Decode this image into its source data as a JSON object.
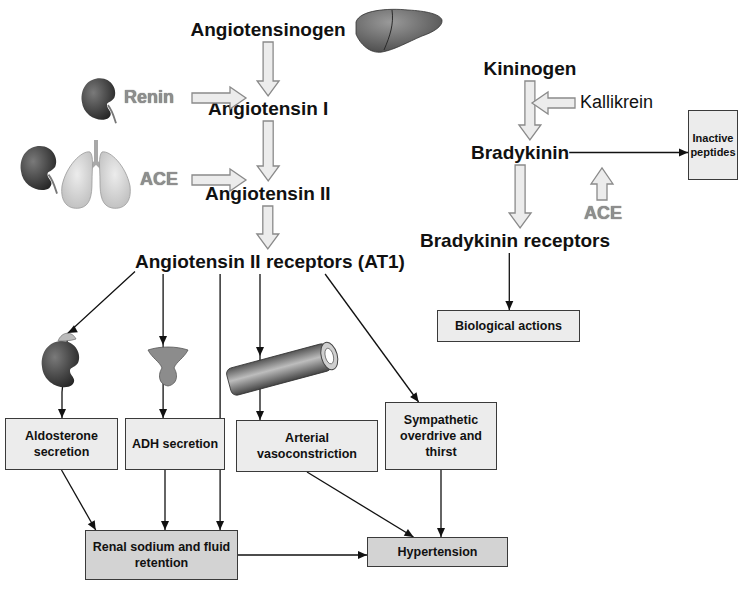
{
  "diagram": {
    "nodes": [
      {
        "text": [
          "Angiotensinogen"
        ]
      },
      {
        "text": [
          "Angiotensin I"
        ]
      },
      {
        "text": [
          "Angiotensin II"
        ]
      },
      {
        "text": [
          "Angiotensin II receptors (AT1)"
        ]
      },
      {
        "text": [
          "Kininogen"
        ]
      },
      {
        "text": [
          "Bradykinin"
        ]
      },
      {
        "text": [
          "Inactive peptides"
        ]
      },
      {
        "text": [
          "Bradykinin receptors"
        ]
      },
      {
        "text": [
          "Biological actions"
        ]
      },
      {
        "text": [
          "Aldosterone secretion"
        ]
      },
      {
        "text": [
          "ADH secretion"
        ]
      },
      {
        "text": [
          "Arterial vasoconstriction"
        ]
      },
      {
        "text": [
          "Sympathetic overdrive and thirst"
        ]
      },
      {
        "text": [
          "Renal sodium and fluid retention"
        ]
      },
      {
        "text": [
          "Hypertension"
        ]
      }
    ],
    "edges": [
      {
        "from": 0,
        "to": 1,
        "arrow": "to"
      },
      {
        "from": 1,
        "to": 2,
        "arrow": "to"
      },
      {
        "from": 2,
        "to": 3,
        "arrow": "to"
      },
      {
        "from": 4,
        "to": 5,
        "arrow": "to"
      },
      {
        "from": 5,
        "to": 6,
        "arrow": "to"
      },
      {
        "from": 5,
        "to": 7,
        "arrow": "to"
      },
      {
        "from": 7,
        "to": 8,
        "arrow": "to"
      },
      {
        "from": 3,
        "to": 9,
        "arrow": "to"
      },
      {
        "from": 3,
        "to": 10,
        "arrow": "to"
      },
      {
        "from": 3,
        "to": 11,
        "arrow": "to"
      },
      {
        "from": 3,
        "to": 12,
        "arrow": "to"
      },
      {
        "from": 3,
        "to": 13,
        "arrow": "to"
      },
      {
        "from": 9,
        "to": 13,
        "arrow": "to"
      },
      {
        "from": 10,
        "to": 13,
        "arrow": "to"
      },
      {
        "from": 11,
        "to": 14,
        "arrow": "to"
      },
      {
        "from": 12,
        "to": 14,
        "arrow": "to"
      },
      {
        "from": 13,
        "to": 14,
        "arrow": "to"
      }
    ],
    "labels": [
      "Renin",
      "ACE",
      "Kallikrein",
      "ACE"
    ]
  }
}
